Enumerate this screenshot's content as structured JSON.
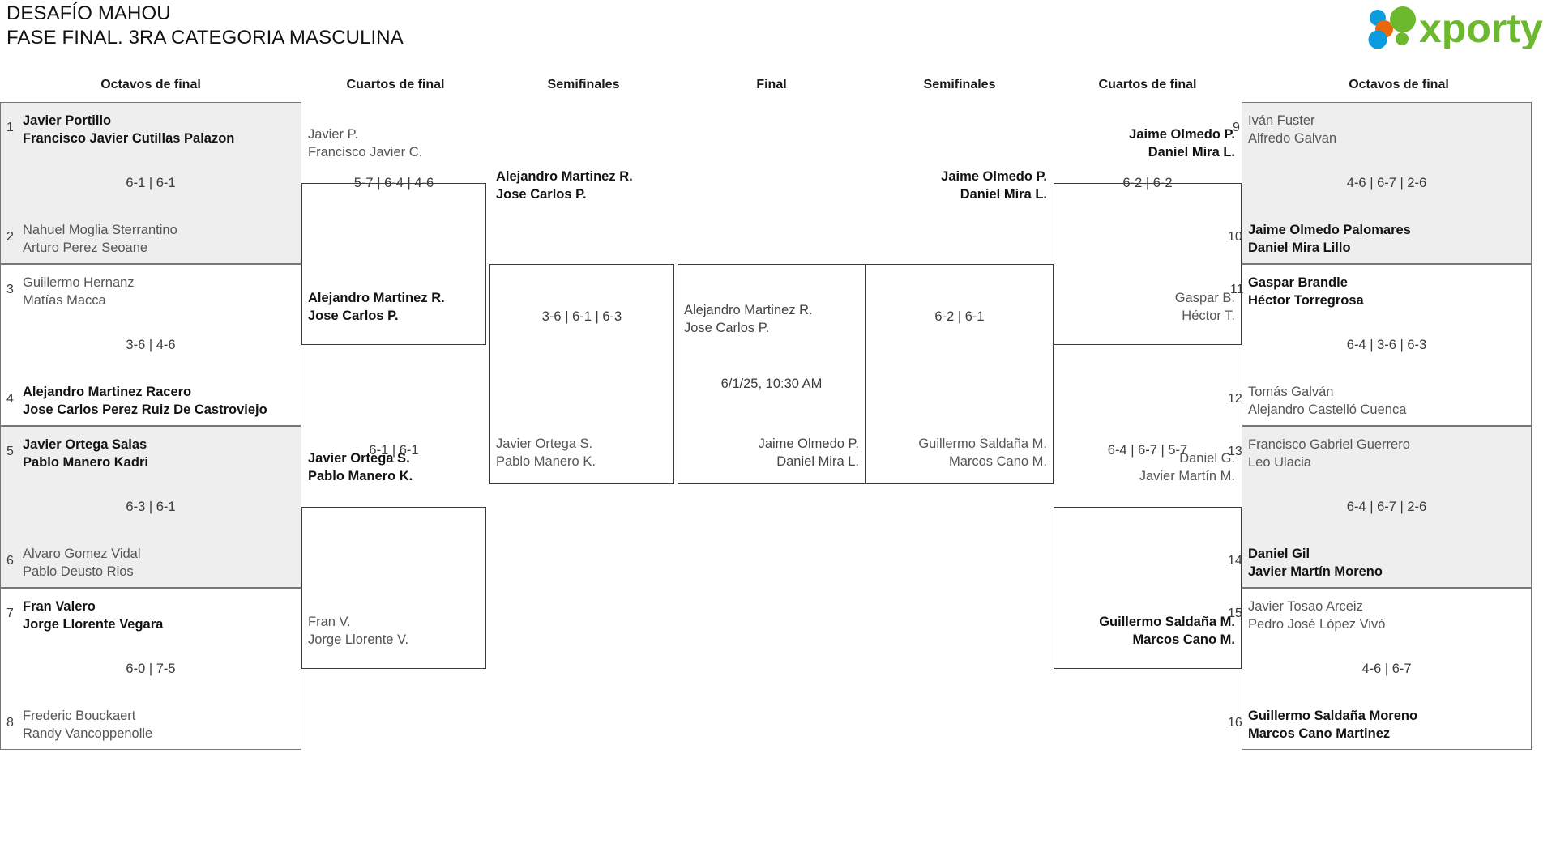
{
  "header": {
    "title_line1": "DESAFÍO MAHOU",
    "title_line2": "FASE FINAL. 3RA CATEGORIA MASCULINA",
    "logo_text": "xporty",
    "logo_colors": {
      "blue": "#0b9ce0",
      "orange": "#e8690b",
      "green": "#6cb92d"
    }
  },
  "rounds": {
    "r16_left": "Octavos de final",
    "qf_left": "Cuartos de final",
    "sf_left": "Semifinales",
    "final": "Final",
    "sf_right": "Semifinales",
    "qf_right": "Cuartos de final",
    "r16_right": "Octavos de final"
  },
  "left": {
    "r16": [
      {
        "seed": "1",
        "p1": "Javier Portillo",
        "p2": "Francisco Javier Cutillas Palazon",
        "result": "win"
      },
      {
        "seed": "2",
        "p1": "Nahuel Moglia Sterrantino",
        "p2": "Arturo Perez Seoane",
        "result": "lose"
      },
      {
        "seed": "3",
        "p1": "Guillermo Hernanz",
        "p2": "Matías Macca",
        "result": "lose"
      },
      {
        "seed": "4",
        "p1": "Alejandro Martinez Racero",
        "p2": "Jose Carlos Perez Ruiz De Castroviejo",
        "result": "win"
      },
      {
        "seed": "5",
        "p1": "Javier Ortega Salas",
        "p2": "Pablo Manero Kadri",
        "result": "win"
      },
      {
        "seed": "6",
        "p1": "Alvaro Gomez Vidal",
        "p2": "Pablo Deusto Rios",
        "result": "lose"
      },
      {
        "seed": "7",
        "p1": "Fran Valero",
        "p2": "Jorge Llorente Vegara",
        "result": "win"
      },
      {
        "seed": "8",
        "p1": "Frederic Bouckaert",
        "p2": "Randy Vancoppenolle",
        "result": "lose"
      }
    ],
    "r16_scores": [
      "6-1 | 6-1",
      "3-6 | 4-6",
      "6-3 | 6-1",
      "6-0 | 7-5"
    ],
    "qf": [
      {
        "p1": "Javier P.",
        "p2": "Francisco Javier C.",
        "result": "lose"
      },
      {
        "p1": "Alejandro Martinez R.",
        "p2": "Jose Carlos P.",
        "result": "win"
      },
      {
        "p1": "Javier Ortega S.",
        "p2": "Pablo Manero K.",
        "result": "win"
      },
      {
        "p1": "Fran V.",
        "p2": "Jorge Llorente V.",
        "result": "lose"
      }
    ],
    "qf_scores": [
      "5-7 | 6-4 | 4-6",
      "6-1 | 6-1"
    ],
    "sf": [
      {
        "p1": "Alejandro Martinez R.",
        "p2": "Jose Carlos P.",
        "result": "win"
      },
      {
        "p1": "Javier Ortega S.",
        "p2": "Pablo Manero K.",
        "result": "lose"
      }
    ],
    "sf_scores": [
      "3-6 | 6-1 | 6-3"
    ]
  },
  "final": {
    "top": {
      "p1": "Alejandro Martinez R.",
      "p2": "Jose Carlos P.",
      "result": "pending"
    },
    "bottom": {
      "p1": "Jaime Olmedo P.",
      "p2": "Daniel Mira L.",
      "result": "pending"
    },
    "schedule": "6/1/25, 10:30 AM"
  },
  "right": {
    "sf": [
      {
        "p1": "Jaime Olmedo P.",
        "p2": "Daniel Mira L.",
        "result": "win"
      },
      {
        "p1": "Guillermo Saldaña M.",
        "p2": "Marcos Cano M.",
        "result": "lose"
      }
    ],
    "sf_scores": [
      "6-2 | 6-1"
    ],
    "qf": [
      {
        "p1": "Jaime Olmedo P.",
        "p2": "Daniel Mira L.",
        "result": "win"
      },
      {
        "p1": "Gaspar B.",
        "p2": "Héctor T.",
        "result": "lose"
      },
      {
        "p1": "Daniel G.",
        "p2": "Javier Martín M.",
        "result": "lose"
      },
      {
        "p1": "Guillermo Saldaña M.",
        "p2": "Marcos Cano M.",
        "result": "win"
      }
    ],
    "qf_scores": [
      "6-2 | 6-2",
      "6-4 | 6-7 | 5-7"
    ],
    "r16": [
      {
        "seed": "9",
        "p1": "Iván Fuster",
        "p2": "Alfredo Galvan",
        "result": "lose"
      },
      {
        "seed": "10",
        "p1": "Jaime Olmedo Palomares",
        "p2": "Daniel Mira Lillo",
        "result": "win"
      },
      {
        "seed": "11",
        "p1": "Gaspar Brandle",
        "p2": "Héctor Torregrosa",
        "result": "win"
      },
      {
        "seed": "12",
        "p1": "Tomás Galván",
        "p2": "Alejandro Castelló Cuenca",
        "result": "lose"
      },
      {
        "seed": "13",
        "p1": "Francisco Gabriel Guerrero",
        "p2": "Leo Ulacia",
        "result": "lose"
      },
      {
        "seed": "14",
        "p1": "Daniel Gil",
        "p2": "Javier Martín Moreno",
        "result": "win"
      },
      {
        "seed": "15",
        "p1": "Javier Tosao Arceiz",
        "p2": "Pedro José López Vivó",
        "result": "lose"
      },
      {
        "seed": "16",
        "p1": "Guillermo Saldaña Moreno",
        "p2": "Marcos Cano Martinez",
        "result": "win"
      }
    ],
    "r16_scores": [
      "4-6 | 6-7 | 2-6",
      "6-4 | 3-6 | 6-3",
      "6-4 | 6-7 | 2-6",
      "4-6 | 6-7"
    ]
  }
}
